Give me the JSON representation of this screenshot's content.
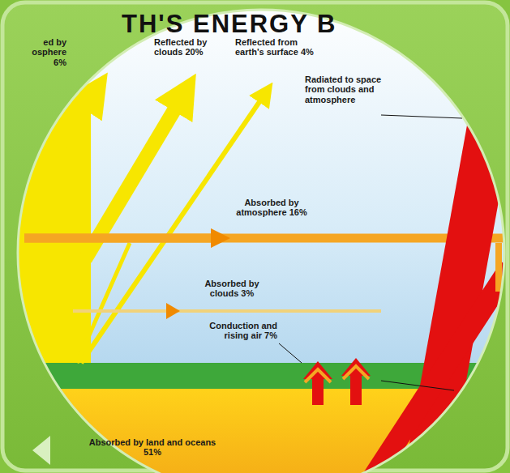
{
  "diagram": {
    "title": "TH'S ENERGY B",
    "labels": [
      "ed by osphere 6%",
      "Reflected by clouds 20%",
      "Reflected from earth's surface 4%",
      "Radiated to space from clouds and atmosphere",
      "Absorbed by atmosphere 16%",
      "Absorbed by clouds 3%",
      "Conduction and rising air 7%",
      "Absorbed by land and oceans 51%"
    ]
  }
}
